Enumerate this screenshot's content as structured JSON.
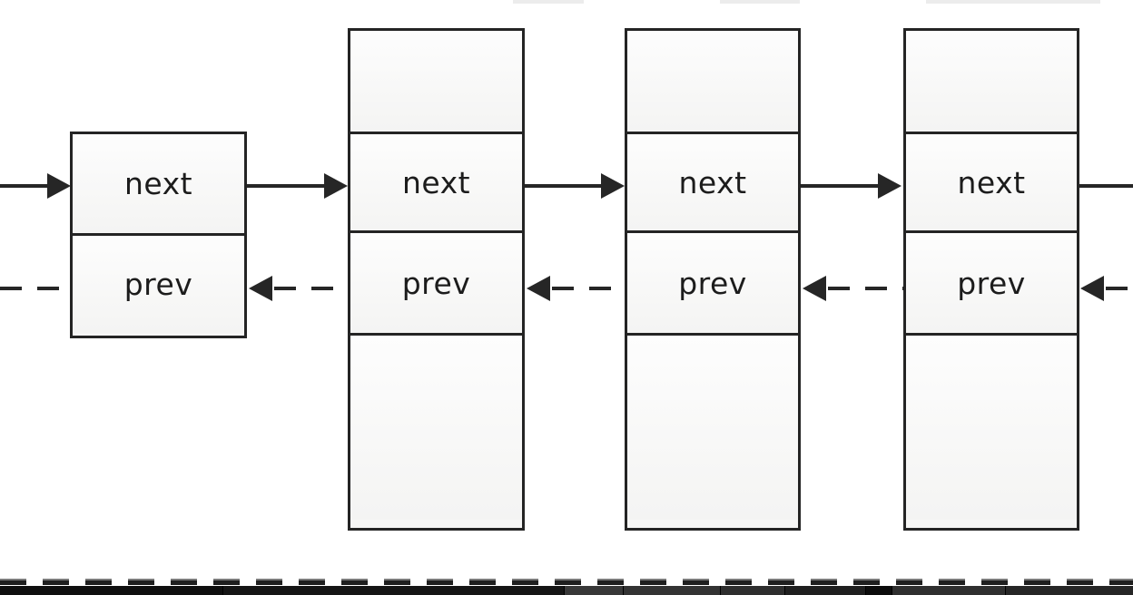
{
  "diagram": {
    "description": "Doubly linked list: four record nodes chained with solid next pointers (left-to-right) and dashed prev pointers (right-to-left); chain continues off both screen edges",
    "nodes": [
      {
        "id": "node-1",
        "next_label": "next",
        "prev_label": "prev",
        "data_cells": 0
      },
      {
        "id": "node-2",
        "next_label": "next",
        "prev_label": "prev",
        "data_cells": 2
      },
      {
        "id": "node-3",
        "next_label": "next",
        "prev_label": "prev",
        "data_cells": 2
      },
      {
        "id": "node-4",
        "next_label": "next",
        "prev_label": "prev",
        "data_cells": 2
      }
    ],
    "edges": {
      "next_pointer_style": "solid line, right-pointing filled triangle arrowhead",
      "prev_pointer_style": "dashed line, left-pointing filled triangle arrowhead",
      "incoming_next_from_left_edge": true,
      "outgoing_next_to_right_edge": true,
      "outgoing_prev_to_left_edge": true,
      "incoming_prev_from_right_edge": true
    },
    "colors": {
      "stroke": "#242424",
      "cell_fill": "#f6f6f5",
      "background": "#ffffff",
      "bottom_bar": "#161616"
    }
  }
}
